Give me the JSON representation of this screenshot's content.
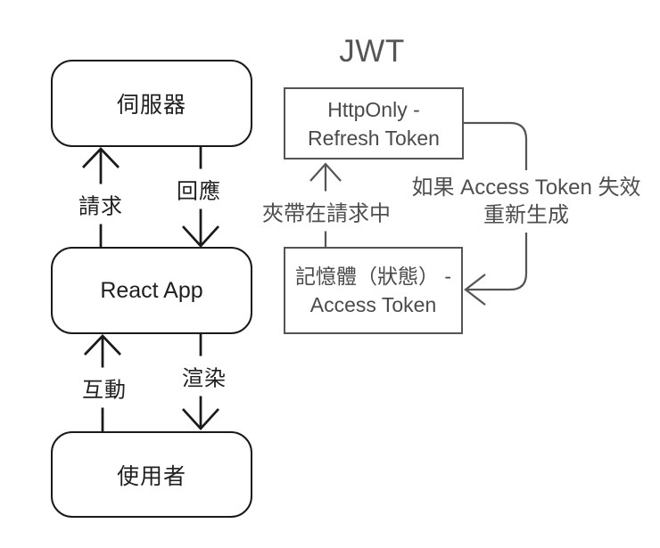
{
  "title": "JWT",
  "colors": {
    "black": "#1a1a1a",
    "gray": "#555555",
    "background": "#ffffff"
  },
  "flow": {
    "nodes": [
      {
        "id": "server",
        "label": "伺服器"
      },
      {
        "id": "react-app",
        "label": "React App"
      },
      {
        "id": "user",
        "label": "使用者"
      }
    ],
    "edges": [
      {
        "id": "request",
        "from": "react-app",
        "to": "server",
        "label": "請求"
      },
      {
        "id": "response",
        "from": "server",
        "to": "react-app",
        "label": "回應"
      },
      {
        "id": "interaction",
        "from": "user",
        "to": "react-app",
        "label": "互動"
      },
      {
        "id": "render",
        "from": "react-app",
        "to": "user",
        "label": "渲染"
      }
    ]
  },
  "jwt": {
    "refresh_box": {
      "line1": "HttpOnly -",
      "line2": "Refresh Token"
    },
    "access_box": {
      "line1": "記憶體（狀態） -",
      "line2": "Access Token"
    },
    "edges": {
      "attach_label": "夾帶在請求中",
      "regen_label_line1": "如果 Access Token 失效",
      "regen_label_line2": "重新生成"
    }
  }
}
